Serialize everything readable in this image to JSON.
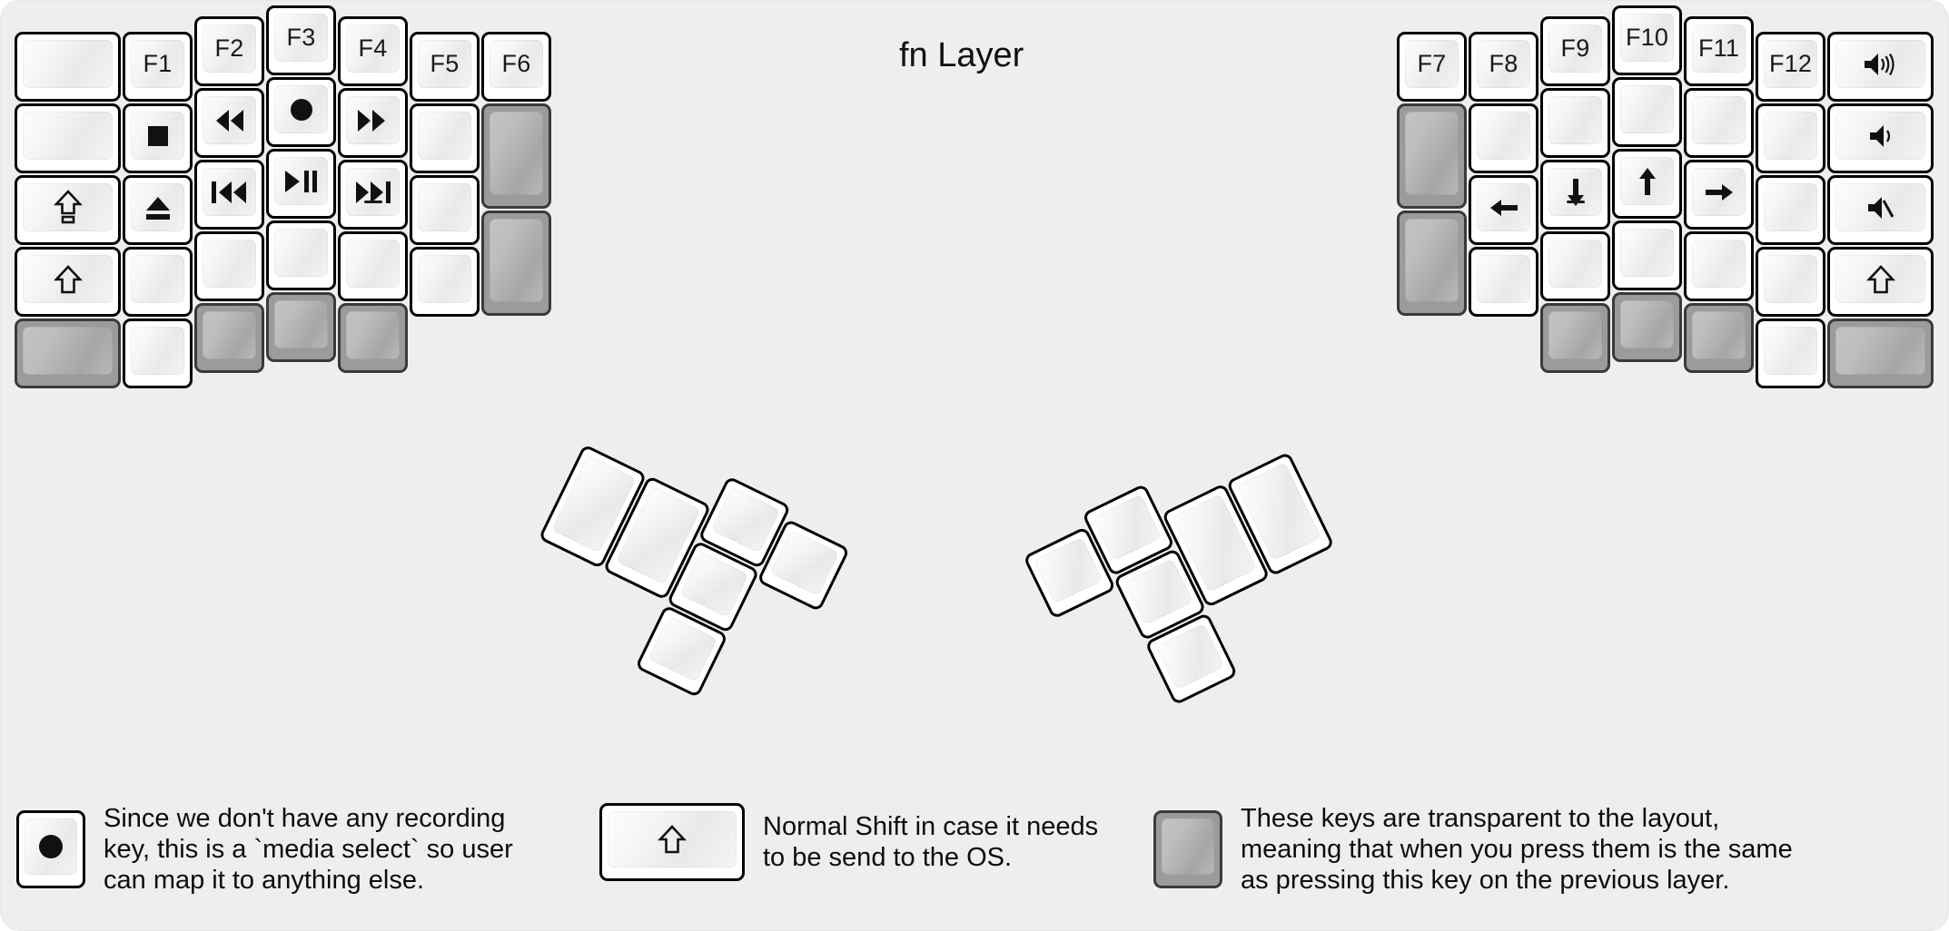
{
  "title": "fn Layer",
  "colors": {
    "background": "#eeeeee",
    "key_face": "#ffffff",
    "key_outline": "#000000",
    "transparent_key": "#9b9b9b",
    "transparent_outline": "#3a3a3a",
    "text": "#111111"
  },
  "legend": [
    {
      "icon": "record-icon",
      "key_style": "normal",
      "text": "Since we don't have any recording\nkey, this is a `media select` so user\ncan map it to anything else."
    },
    {
      "icon": "shift-arrow-icon",
      "key_style": "normal",
      "text": "Normal Shift in case it needs\nto be send to the OS."
    },
    {
      "icon": "",
      "key_style": "transparent",
      "text": "These keys are transparent to the layout,\nmeaning that when you press them is the same\nas pressing this key on the previous layer."
    }
  ],
  "left_half": {
    "columns": [
      {
        "name": "col-pinky-outer",
        "keys": [
          {
            "label": "",
            "icon": "",
            "style": "normal"
          },
          {
            "label": "",
            "icon": "",
            "style": "normal"
          },
          {
            "label": "",
            "icon": "capslock-arrow-icon",
            "style": "normal"
          },
          {
            "label": "",
            "icon": "shift-arrow-icon",
            "style": "normal"
          },
          {
            "label": "",
            "icon": "",
            "style": "transparent"
          }
        ]
      },
      {
        "name": "col-pinky",
        "keys": [
          {
            "label": "F1",
            "icon": "",
            "style": "normal"
          },
          {
            "label": "",
            "icon": "media-stop-icon",
            "style": "normal"
          },
          {
            "label": "",
            "icon": "media-eject-icon",
            "style": "normal"
          },
          {
            "label": "",
            "icon": "",
            "style": "normal"
          },
          {
            "label": "",
            "icon": "",
            "style": "normal"
          }
        ]
      },
      {
        "name": "col-ring",
        "keys": [
          {
            "label": "F2",
            "icon": "",
            "style": "normal"
          },
          {
            "label": "",
            "icon": "media-rewind-icon",
            "style": "normal"
          },
          {
            "label": "",
            "icon": "media-prev-track-icon",
            "style": "normal"
          },
          {
            "label": "",
            "icon": "",
            "style": "normal"
          },
          {
            "label": "",
            "icon": "",
            "style": "transparent"
          }
        ]
      },
      {
        "name": "col-middle",
        "keys": [
          {
            "label": "F3",
            "icon": "",
            "style": "normal"
          },
          {
            "label": "",
            "icon": "media-record-icon",
            "style": "normal"
          },
          {
            "label": "",
            "icon": "media-play-pause-icon",
            "style": "normal"
          },
          {
            "label": "",
            "icon": "",
            "style": "normal"
          },
          {
            "label": "",
            "icon": "",
            "style": "transparent"
          }
        ]
      },
      {
        "name": "col-index",
        "keys": [
          {
            "label": "F4",
            "icon": "",
            "style": "normal"
          },
          {
            "label": "",
            "icon": "media-fast-forward-icon",
            "style": "normal"
          },
          {
            "label": "",
            "icon": "media-next-track-icon",
            "style": "normal",
            "homing": true
          },
          {
            "label": "",
            "icon": "",
            "style": "normal"
          },
          {
            "label": "",
            "icon": "",
            "style": "transparent"
          }
        ]
      },
      {
        "name": "col-index-inner",
        "keys": [
          {
            "label": "F5",
            "icon": "",
            "style": "normal"
          },
          {
            "label": "",
            "icon": "",
            "style": "normal"
          },
          {
            "label": "",
            "icon": "",
            "style": "normal"
          },
          {
            "label": "",
            "icon": "",
            "style": "normal"
          }
        ]
      },
      {
        "name": "col-inner-extra",
        "keys": [
          {
            "label": "F6",
            "icon": "",
            "style": "normal"
          },
          {
            "label": "",
            "icon": "",
            "style": "transparent"
          },
          {
            "label": "",
            "icon": "",
            "style": "transparent"
          }
        ]
      }
    ],
    "thumb_cluster": [
      {
        "name": "thumb-1",
        "icon": "",
        "style": "normal"
      },
      {
        "name": "thumb-2",
        "icon": "",
        "style": "normal"
      },
      {
        "name": "thumb-3",
        "icon": "",
        "style": "normal"
      },
      {
        "name": "thumb-4",
        "icon": "",
        "style": "normal"
      },
      {
        "name": "thumb-5",
        "icon": "",
        "style": "normal"
      },
      {
        "name": "thumb-6",
        "icon": "",
        "style": "normal"
      }
    ]
  },
  "right_half": {
    "columns": [
      {
        "name": "col-inner-extra",
        "keys": [
          {
            "label": "F7",
            "icon": "",
            "style": "normal"
          },
          {
            "label": "",
            "icon": "",
            "style": "transparent"
          },
          {
            "label": "",
            "icon": "",
            "style": "transparent"
          }
        ]
      },
      {
        "name": "col-index-inner",
        "keys": [
          {
            "label": "F8",
            "icon": "",
            "style": "normal"
          },
          {
            "label": "",
            "icon": "",
            "style": "normal"
          },
          {
            "label": "",
            "icon": "arrow-left-icon",
            "style": "normal"
          },
          {
            "label": "",
            "icon": "",
            "style": "normal"
          }
        ]
      },
      {
        "name": "col-index",
        "keys": [
          {
            "label": "F9",
            "icon": "",
            "style": "normal"
          },
          {
            "label": "",
            "icon": "",
            "style": "normal"
          },
          {
            "label": "",
            "icon": "arrow-down-icon",
            "style": "normal",
            "homing": true
          },
          {
            "label": "",
            "icon": "",
            "style": "normal"
          },
          {
            "label": "",
            "icon": "",
            "style": "transparent"
          }
        ]
      },
      {
        "name": "col-middle",
        "keys": [
          {
            "label": "F10",
            "icon": "",
            "style": "normal"
          },
          {
            "label": "",
            "icon": "",
            "style": "normal"
          },
          {
            "label": "",
            "icon": "arrow-up-icon",
            "style": "normal"
          },
          {
            "label": "",
            "icon": "",
            "style": "normal"
          },
          {
            "label": "",
            "icon": "",
            "style": "transparent"
          }
        ]
      },
      {
        "name": "col-ring",
        "keys": [
          {
            "label": "F11",
            "icon": "",
            "style": "normal"
          },
          {
            "label": "",
            "icon": "",
            "style": "normal"
          },
          {
            "label": "",
            "icon": "arrow-right-icon",
            "style": "normal"
          },
          {
            "label": "",
            "icon": "",
            "style": "normal"
          },
          {
            "label": "",
            "icon": "",
            "style": "transparent"
          }
        ]
      },
      {
        "name": "col-pinky",
        "keys": [
          {
            "label": "F12",
            "icon": "",
            "style": "normal"
          },
          {
            "label": "",
            "icon": "",
            "style": "normal"
          },
          {
            "label": "",
            "icon": "",
            "style": "normal"
          },
          {
            "label": "",
            "icon": "",
            "style": "normal"
          },
          {
            "label": "",
            "icon": "",
            "style": "normal"
          }
        ]
      },
      {
        "name": "col-pinky-outer",
        "keys": [
          {
            "label": "",
            "icon": "volume-up-icon",
            "style": "normal"
          },
          {
            "label": "",
            "icon": "volume-down-icon",
            "style": "normal"
          },
          {
            "label": "",
            "icon": "volume-mute-icon",
            "style": "normal"
          },
          {
            "label": "",
            "icon": "shift-arrow-icon",
            "style": "normal"
          },
          {
            "label": "",
            "icon": "",
            "style": "transparent"
          }
        ]
      }
    ],
    "thumb_cluster": [
      {
        "name": "thumb-1",
        "icon": "",
        "style": "normal"
      },
      {
        "name": "thumb-2",
        "icon": "",
        "style": "normal"
      },
      {
        "name": "thumb-3",
        "icon": "",
        "style": "normal"
      },
      {
        "name": "thumb-4",
        "icon": "",
        "style": "normal"
      },
      {
        "name": "thumb-5",
        "icon": "",
        "style": "normal"
      },
      {
        "name": "thumb-6",
        "icon": "",
        "style": "normal"
      }
    ]
  }
}
